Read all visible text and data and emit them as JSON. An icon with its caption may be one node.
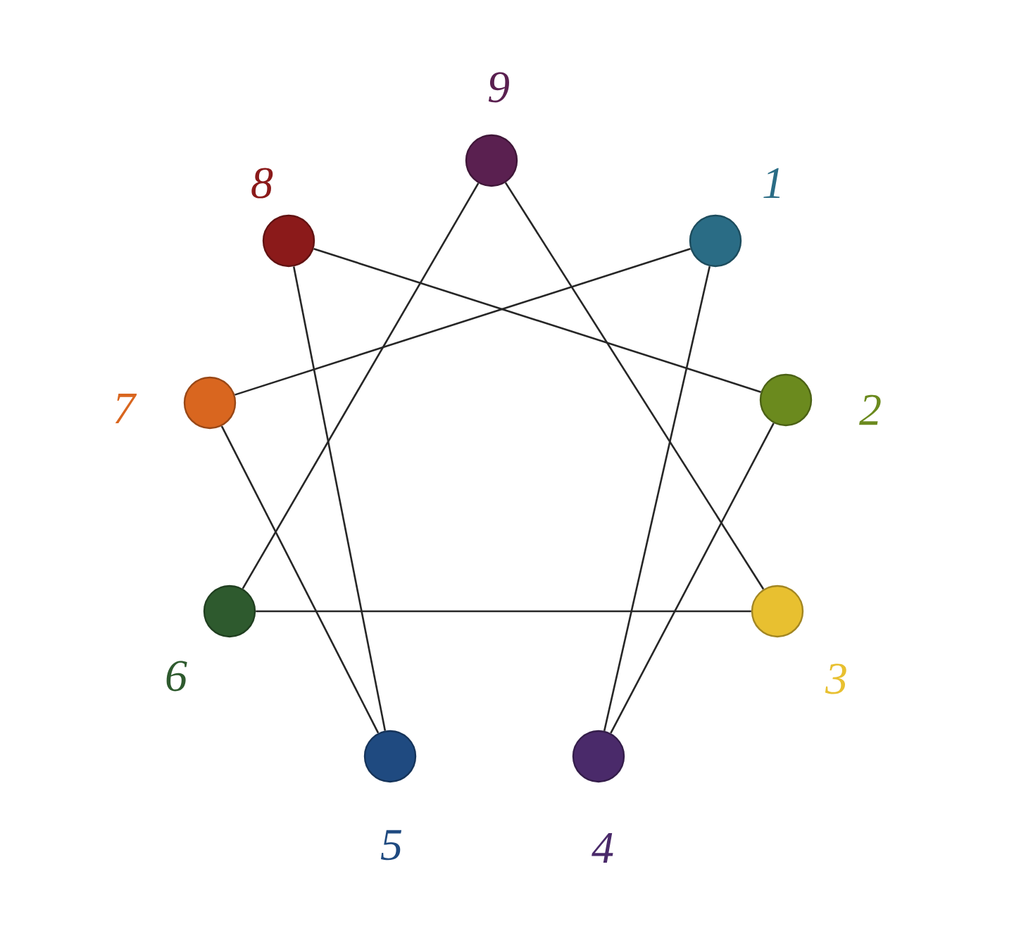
{
  "diagram": {
    "nodes": [
      {
        "text": [],
        "shape": "circle",
        "beside": [
          "9"
        ]
      },
      {
        "text": [],
        "shape": "circle",
        "beside": [
          "8"
        ]
      },
      {
        "text": [],
        "shape": "circle",
        "beside": [
          "1"
        ]
      },
      {
        "text": [],
        "shape": "circle",
        "beside": [
          "7"
        ]
      },
      {
        "text": [],
        "shape": "circle",
        "beside": [
          "2"
        ]
      },
      {
        "text": [],
        "shape": "circle",
        "beside": [
          "6"
        ]
      },
      {
        "text": [],
        "shape": "circle",
        "beside": [
          "3"
        ]
      },
      {
        "text": [],
        "shape": "circle",
        "beside": [
          "5"
        ]
      },
      {
        "text": [],
        "shape": "circle",
        "beside": [
          "4"
        ]
      }
    ],
    "edges": [
      {
        "from": 0,
        "to": 6,
        "arrow": "none"
      },
      {
        "from": 0,
        "to": 5,
        "arrow": "none"
      },
      {
        "from": 5,
        "to": 6,
        "arrow": "none"
      },
      {
        "from": 2,
        "to": 8,
        "arrow": "none"
      },
      {
        "from": 8,
        "to": 4,
        "arrow": "none"
      },
      {
        "from": 4,
        "to": 1,
        "arrow": "none"
      },
      {
        "from": 1,
        "to": 7,
        "arrow": "none"
      },
      {
        "from": 7,
        "to": 3,
        "arrow": "none"
      },
      {
        "from": 3,
        "to": 2,
        "arrow": "none"
      }
    ]
  }
}
